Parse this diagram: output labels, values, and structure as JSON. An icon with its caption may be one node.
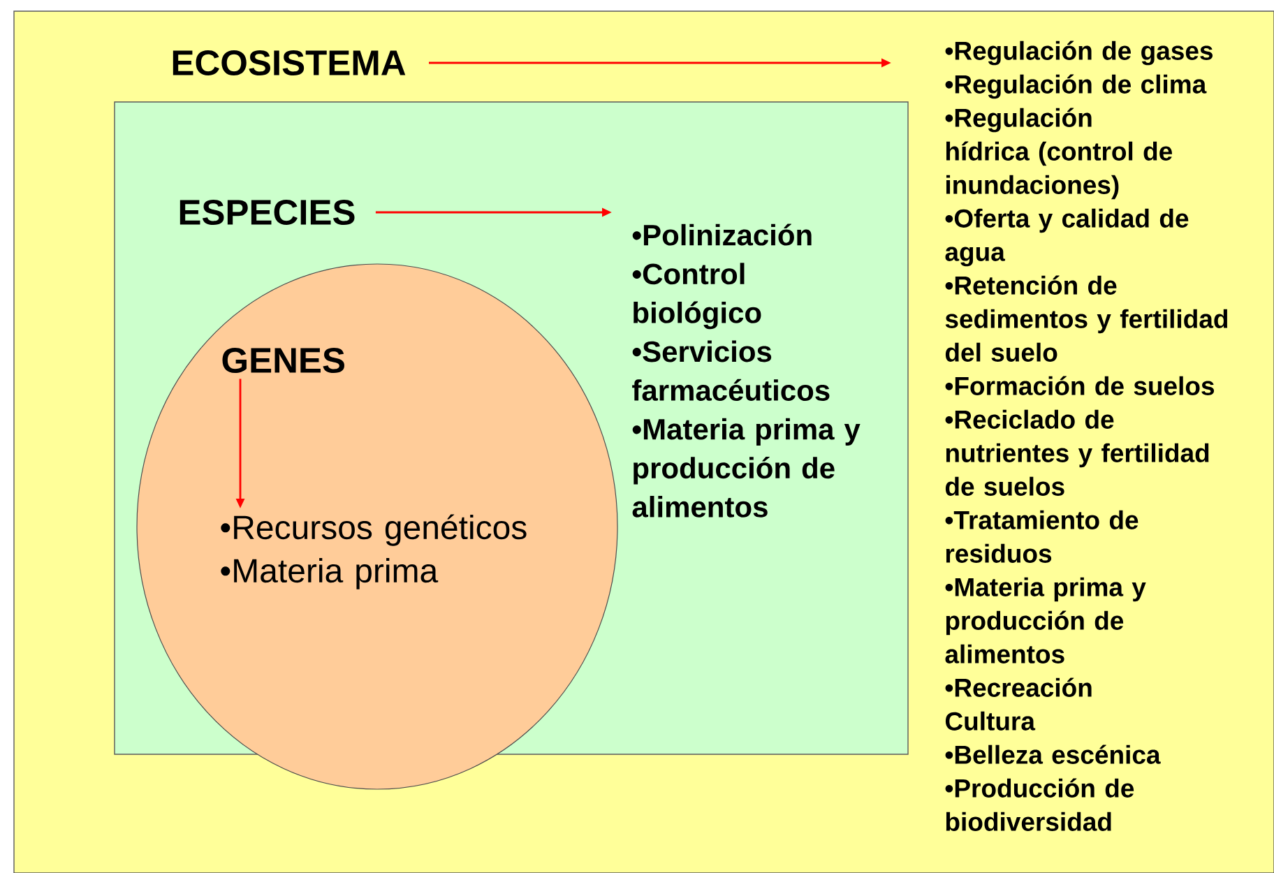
{
  "diagram": {
    "nodes": [
      {
        "text": [],
        "shape": "box"
      },
      {
        "text": [
          "ECOSISTEMA"
        ],
        "in": 0
      },
      {
        "text": [
          "•Regulación de gases",
          "•Regulación de clima",
          "•Regulación hídrica (control de inundaciones)",
          "•Oferta y calidad de agua",
          "•Retención de sedimentos y fertilidad del suelo",
          "•Formación de suelos",
          "•Reciclado de nutrientes y fertilidad de suelos",
          "•Tratamiento de residuos",
          "•Materia prima y producción de alimentos",
          "•Recreación",
          "Cultura",
          "•Belleza escénica",
          "•Producción de biodiversidad"
        ],
        "in": 0
      },
      {
        "text": [],
        "shape": "box",
        "in": 0
      },
      {
        "text": [
          "ESPECIES"
        ],
        "in": 3
      },
      {
        "text": [
          "•Polinización",
          "•Control biológico",
          "•Servicios farmacéuticos",
          "•Materia prima y producción de alimentos"
        ],
        "in": 3
      },
      {
        "text": [],
        "shape": "circle",
        "in": 3
      },
      {
        "text": [
          "GENES"
        ],
        "in": 6
      },
      {
        "text": [
          "•Recursos genéticos",
          "•Materia prima"
        ],
        "in": 6
      }
    ],
    "edges": [
      {
        "from": 1,
        "to": 2,
        "arrow": "to"
      },
      {
        "from": 4,
        "to": 5,
        "arrow": "to"
      },
      {
        "from": 7,
        "to": 8,
        "arrow": "to"
      }
    ]
  }
}
